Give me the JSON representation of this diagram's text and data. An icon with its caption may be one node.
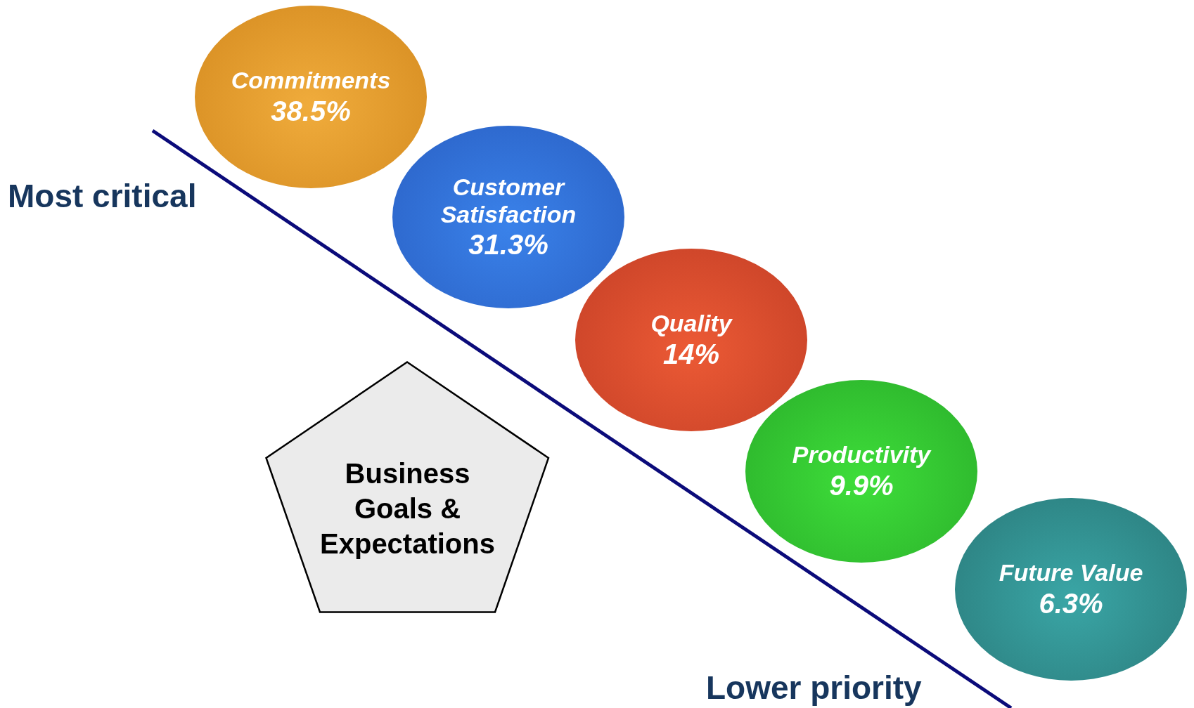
{
  "diagram": {
    "nodes": [
      {
        "text": [
          "Commitments",
          "38.5%"
        ]
      },
      {
        "text": [
          "Customer Satisfaction",
          "31.3%"
        ]
      },
      {
        "text": [
          "Quality",
          "14%"
        ]
      },
      {
        "text": [
          "Productivity",
          "9.9%"
        ]
      },
      {
        "text": [
          "Future Value",
          "6.3%"
        ]
      },
      {
        "text": [
          "Business Goals & Expectations"
        ]
      }
    ],
    "edges": [],
    "labels": [
      "Most critical",
      "Lower priority"
    ]
  }
}
